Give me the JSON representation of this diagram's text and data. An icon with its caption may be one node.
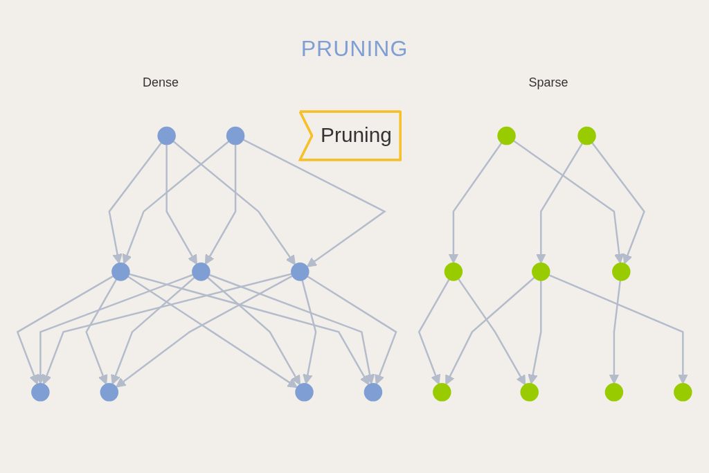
{
  "diagram": {
    "title": "PRUNING",
    "nodes": [
      {
        "text": [],
        "shape": "circle"
      },
      {
        "text": [],
        "shape": "circle"
      },
      {
        "text": [],
        "shape": "circle"
      },
      {
        "text": [],
        "shape": "circle"
      },
      {
        "text": [],
        "shape": "circle"
      },
      {
        "text": [],
        "shape": "circle"
      },
      {
        "text": [],
        "shape": "circle"
      },
      {
        "text": [],
        "shape": "circle"
      },
      {
        "text": [],
        "shape": "circle"
      },
      {
        "text": [
          "Pruning"
        ]
      },
      {
        "text": [],
        "shape": "circle"
      },
      {
        "text": [],
        "shape": "circle"
      },
      {
        "text": [],
        "shape": "circle"
      },
      {
        "text": [],
        "shape": "circle"
      },
      {
        "text": [],
        "shape": "circle"
      },
      {
        "text": [],
        "shape": "circle"
      },
      {
        "text": [],
        "shape": "circle"
      },
      {
        "text": [],
        "shape": "circle"
      },
      {
        "text": [],
        "shape": "circle"
      }
    ],
    "edges": [
      {
        "from": 0,
        "to": 2,
        "arrow": "to"
      },
      {
        "from": 0,
        "to": 3,
        "arrow": "to"
      },
      {
        "from": 0,
        "to": 4,
        "arrow": "to"
      },
      {
        "from": 1,
        "to": 2,
        "arrow": "to"
      },
      {
        "from": 1,
        "to": 3,
        "arrow": "to"
      },
      {
        "from": 1,
        "to": 4,
        "arrow": "to"
      },
      {
        "from": 2,
        "to": 5,
        "arrow": "to"
      },
      {
        "from": 2,
        "to": 6,
        "arrow": "to"
      },
      {
        "from": 2,
        "to": 7,
        "arrow": "to"
      },
      {
        "from": 2,
        "to": 8,
        "arrow": "to"
      },
      {
        "from": 3,
        "to": 5,
        "arrow": "to"
      },
      {
        "from": 3,
        "to": 6,
        "arrow": "to"
      },
      {
        "from": 3,
        "to": 7,
        "arrow": "to"
      },
      {
        "from": 3,
        "to": 8,
        "arrow": "to"
      },
      {
        "from": 4,
        "to": 5,
        "arrow": "to"
      },
      {
        "from": 4,
        "to": 6,
        "arrow": "to"
      },
      {
        "from": 4,
        "to": 7,
        "arrow": "to"
      },
      {
        "from": 4,
        "to": 8,
        "arrow": "to"
      },
      {
        "from": 10,
        "to": 12,
        "arrow": "to"
      },
      {
        "from": 10,
        "to": 14,
        "arrow": "to"
      },
      {
        "from": 11,
        "to": 13,
        "arrow": "to"
      },
      {
        "from": 11,
        "to": 14,
        "arrow": "to"
      },
      {
        "from": 12,
        "to": 15,
        "arrow": "to"
      },
      {
        "from": 12,
        "to": 18,
        "arrow": "to"
      },
      {
        "from": 13,
        "to": 15,
        "arrow": "to"
      },
      {
        "from": 13,
        "to": 17,
        "arrow": "to"
      },
      {
        "from": 13,
        "to": 18,
        "arrow": "to"
      },
      {
        "from": 14,
        "to": 16,
        "arrow": "to"
      }
    ],
    "labels": [
      "Dense",
      "Sparse"
    ]
  }
}
